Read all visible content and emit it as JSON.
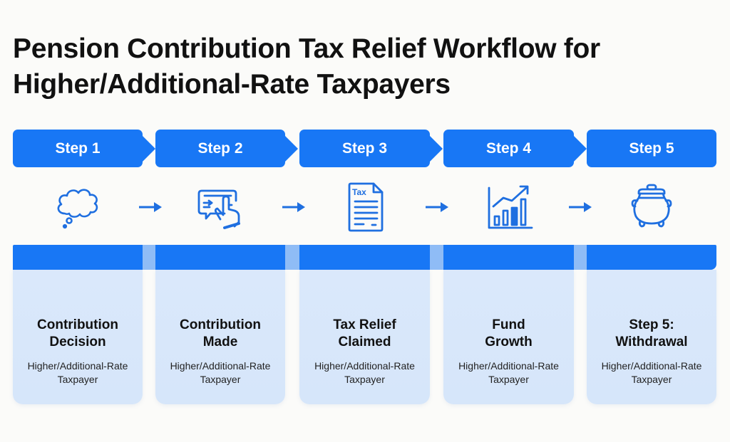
{
  "title": "Pension Contribution Tax Relief Workflow for Higher/Additional-Rate Taxpayers",
  "colors": {
    "primary_blue": "#1877f5",
    "card_background": "#dae8fb",
    "band_gap": "#8fbcf6",
    "title_text": "#111111",
    "page_background": "#fbfbf9"
  },
  "steps": [
    {
      "label": "Step 1",
      "icon": "thought-bubble-icon",
      "title": "Contribution\nDecision",
      "subtitle": "Higher/Additional-Rate\nTaxpayer"
    },
    {
      "label": "Step 2",
      "icon": "touch-payment-icon",
      "title": "Contribution\nMade",
      "subtitle": "Higher/Additional-Rate\nTaxpayer"
    },
    {
      "label": "Step 3",
      "icon": "tax-document-icon",
      "icon_text": "Tax",
      "title": "Tax Relief\nClaimed",
      "subtitle": "Higher/Additional-Rate\nTaxpayer"
    },
    {
      "label": "Step 4",
      "icon": "growth-chart-icon",
      "title": "Fund\nGrowth",
      "subtitle": "Higher/Additional-Rate\nTaxpayer"
    },
    {
      "label": "Step 5",
      "icon": "pot-icon",
      "title": "Step 5:\nWithdrawal",
      "subtitle": "Higher/Additional-Rate\nTaxpayer"
    }
  ],
  "connector": "right-arrow-icon"
}
